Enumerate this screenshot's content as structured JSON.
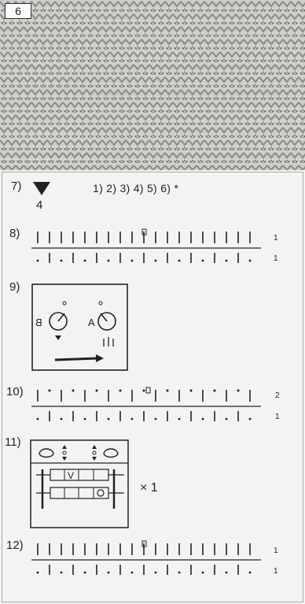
{
  "swatch_number": "6",
  "step7": {
    "label": "7)",
    "count": "4",
    "sizes": "1)  2)  3)  4)  5)  6) *"
  },
  "step8": {
    "label": "8)",
    "top_count": "1",
    "bottom_count": "1"
  },
  "step9": {
    "label": "9)",
    "dial_left": "B",
    "dial_right": "A"
  },
  "step10": {
    "label": "10)",
    "top_count": "2",
    "bottom_count": "1"
  },
  "step11": {
    "label": "11)",
    "repeat": "× 1"
  },
  "step12": {
    "label": "12)",
    "top_count": "1",
    "bottom_count": "1"
  }
}
